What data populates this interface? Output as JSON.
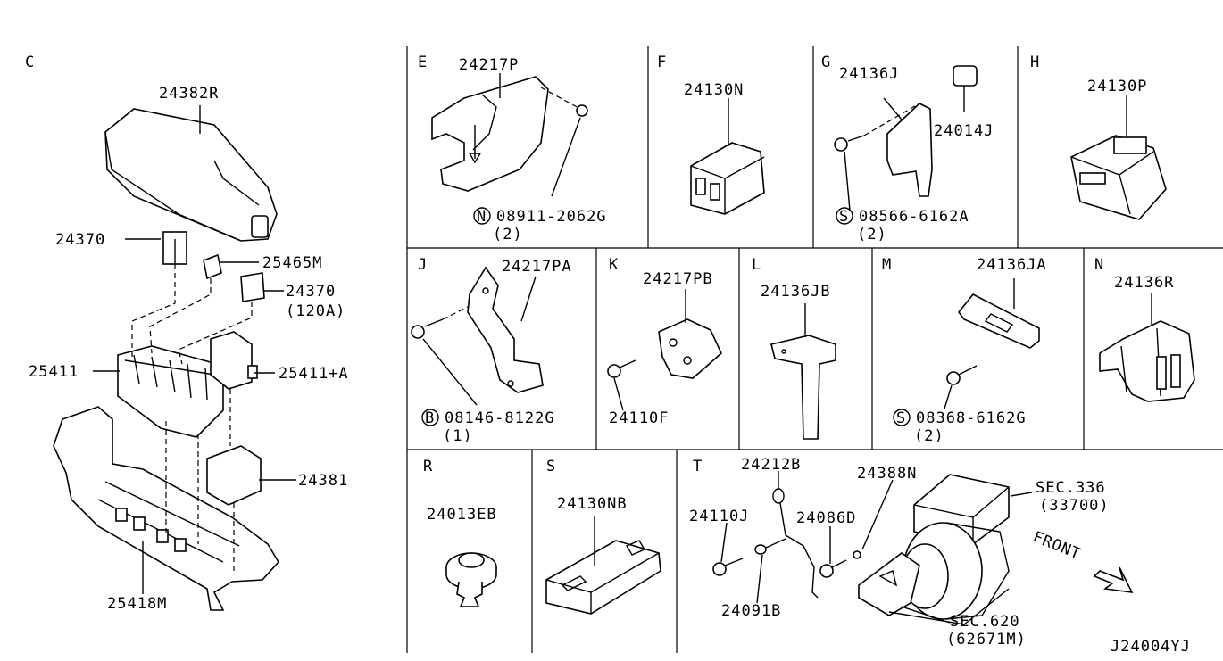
{
  "diagram_code": "J24004YJ",
  "sections": {
    "C": "C",
    "E": "E",
    "F": "F",
    "G": "G",
    "H": "H",
    "J": "J",
    "K": "K",
    "L": "L",
    "M": "M",
    "N": "N",
    "R": "R",
    "S": "S",
    "T": "T"
  },
  "section_c": {
    "p1": "24382R",
    "p2": "24370",
    "p3": "25465M",
    "p4": "24370",
    "p4_note": "(120A)",
    "p5": "25411",
    "p6": "25411+A",
    "p7": "24381",
    "p8": "25418M"
  },
  "section_e": {
    "p1": "24217P",
    "fastener": "08911-2062G",
    "qty": "(2)",
    "mark": "N"
  },
  "section_f": {
    "p1": "24130N"
  },
  "section_g": {
    "p1": "24136J",
    "p2": "24014J",
    "fastener": "08566-6162A",
    "qty": "(2)",
    "mark": "S"
  },
  "section_h": {
    "p1": "24130P"
  },
  "section_j": {
    "p1": "24217PA",
    "fastener": "08146-8122G",
    "qty": "(1)",
    "mark": "B"
  },
  "section_k": {
    "p1": "24217PB",
    "p2": "24110F"
  },
  "section_l": {
    "p1": "24136JB"
  },
  "section_m": {
    "p1": "24136JA",
    "fastener": "08368-6162G",
    "qty": "(2)",
    "mark": "S"
  },
  "section_n": {
    "p1": "24136R"
  },
  "section_r": {
    "p1": "24013EB"
  },
  "section_s": {
    "p1": "24130NB"
  },
  "section_t": {
    "p1": "24212B",
    "p2": "24388N",
    "p3": "24110J",
    "p4": "24086D",
    "p5": "24091B",
    "ref1": "SEC.336",
    "ref1_code": "(33700)",
    "ref2": "SEC.620",
    "ref2_code": "(62671M)",
    "front": "FRONT"
  }
}
